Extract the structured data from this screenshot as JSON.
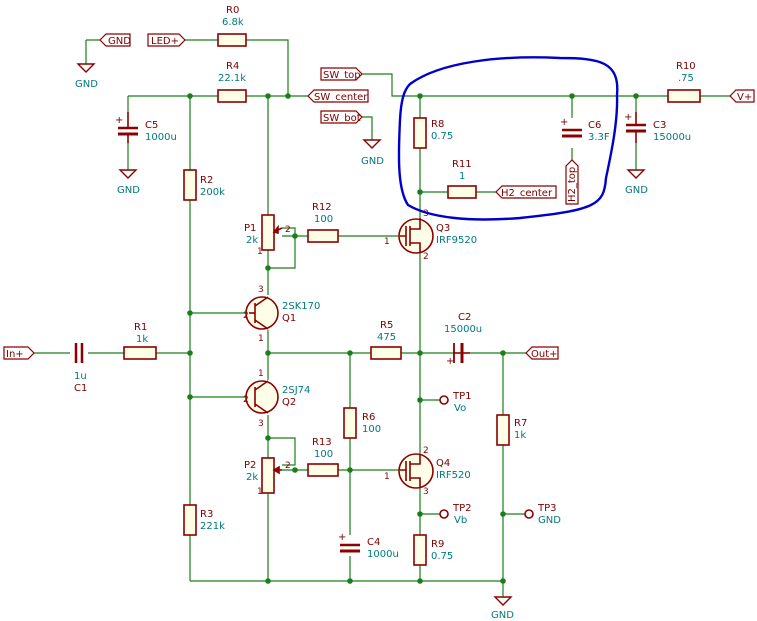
{
  "components": {
    "R0": {
      "ref": "R0",
      "value": "6.8k"
    },
    "R1": {
      "ref": "R1",
      "value": "1k"
    },
    "R2": {
      "ref": "R2",
      "value": "200k"
    },
    "R3": {
      "ref": "R3",
      "value": "221k"
    },
    "R4": {
      "ref": "R4",
      "value": "22.1k"
    },
    "R5": {
      "ref": "R5",
      "value": "475"
    },
    "R6": {
      "ref": "R6",
      "value": "100"
    },
    "R7": {
      "ref": "R7",
      "value": "1k"
    },
    "R8": {
      "ref": "R8",
      "value": "0.75"
    },
    "R9": {
      "ref": "R9",
      "value": "0.75"
    },
    "R10": {
      "ref": "R10",
      "value": ".75"
    },
    "R11": {
      "ref": "R11",
      "value": "1"
    },
    "R12": {
      "ref": "R12",
      "value": "100"
    },
    "R13": {
      "ref": "R13",
      "value": "100"
    },
    "C1": {
      "ref": "C1",
      "value": "1u"
    },
    "C2": {
      "ref": "C2",
      "value": "15000u"
    },
    "C3": {
      "ref": "C3",
      "value": "15000u"
    },
    "C4": {
      "ref": "C4",
      "value": "1000u"
    },
    "C5": {
      "ref": "C5",
      "value": "1000u"
    },
    "C6": {
      "ref": "C6",
      "value": "3.3F"
    },
    "P1": {
      "ref": "P1",
      "value": "2k"
    },
    "P2": {
      "ref": "P2",
      "value": "2k"
    },
    "Q1": {
      "ref": "Q1",
      "value": "2SK170"
    },
    "Q2": {
      "ref": "Q2",
      "value": "2SJ74"
    },
    "Q3": {
      "ref": "Q3",
      "value": "IRF9520"
    },
    "Q4": {
      "ref": "Q4",
      "value": "IRF520"
    },
    "TP1": {
      "ref": "TP1",
      "value": "Vo"
    },
    "TP2": {
      "ref": "TP2",
      "value": "Vb"
    },
    "TP3": {
      "ref": "TP3",
      "value": "GND"
    }
  },
  "labels": {
    "gnd": "GND",
    "led": "LED+",
    "sw_top": "SW_top",
    "sw_center": "SW_center",
    "sw_bot": "SW_bot",
    "h2_center": "H2_center",
    "h2_top": "H2_top",
    "vplus": "V+",
    "in": "In+",
    "out": "Out+"
  },
  "pins": {
    "one": "1",
    "two": "2",
    "three": "3",
    "plus": "+"
  },
  "highlight_color": "#0000cc"
}
